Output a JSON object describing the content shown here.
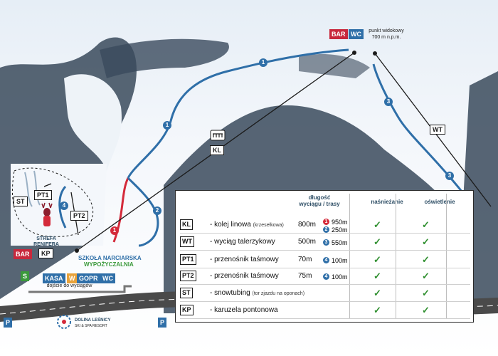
{
  "colors": {
    "blue_trail": "#2f6fa8",
    "red_trail": "#d42a3a",
    "tree": "#3a4a5c",
    "road": "#4a4a4a",
    "check": "#2f8f2f",
    "bar_red": "#c8283c",
    "wc_blue": "#2f6fa8",
    "green": "#3b9a3b"
  },
  "top": {
    "bar": "BAR",
    "wc": "WC",
    "viewpoint": "punkt widokowy",
    "altitude": "700 m n.p.m."
  },
  "trail_markers": {
    "t1": "1",
    "t2": "2",
    "t3": "3",
    "t4": "4"
  },
  "lift_codes": {
    "kl": "KL",
    "wt": "WT",
    "st": "ST",
    "pt1": "PT1",
    "pt2": "PT2",
    "kp": "KP"
  },
  "zone": {
    "line1": "STREFA",
    "line2": "RENIFERA"
  },
  "base": {
    "bar": "BAR",
    "school": "SZKOŁA NARCIARSKA",
    "rental": "WYPOŻYCZALNIA",
    "s": "S",
    "kasa": "KASA",
    "w": "W",
    "gopr": "GOPR",
    "wc": "WC",
    "access": "dojście do wyciągów",
    "parking": "P",
    "logo_name": "DOLINA LEŚNICY",
    "logo_sub": "SKI & SPA RESORT"
  },
  "legend": {
    "h_len": "długość wyciągu / trasy",
    "h_snow": "naśnieżanie",
    "h_light": "oświetlenie",
    "check": "✓",
    "rows": [
      {
        "code": "KL",
        "name": "- kolej linowa",
        "note": "(krzesełkowa)",
        "len": "800m",
        "trails": [
          {
            "n": "1",
            "len": "950m",
            "color": "#d42a3a"
          },
          {
            "n": "2",
            "len": "250m",
            "color": "#2f6fa8"
          }
        ],
        "snow": true,
        "light": true
      },
      {
        "code": "WT",
        "name": "- wyciąg talerzykowy",
        "note": "",
        "len": "500m",
        "trails": [
          {
            "n": "3",
            "len": "550m",
            "color": "#2f6fa8"
          }
        ],
        "snow": true,
        "light": true
      },
      {
        "code": "PT1",
        "name": "- przenośnik taśmowy",
        "note": "",
        "len": "70m",
        "trails": [
          {
            "n": "4",
            "len": "100m",
            "color": "#2f6fa8"
          }
        ],
        "snow": true,
        "light": true
      },
      {
        "code": "PT2",
        "name": "- przenośnik taśmowy",
        "note": "",
        "len": "75m",
        "trails": [
          {
            "n": "4",
            "len": "100m",
            "color": "#2f6fa8"
          }
        ],
        "snow": true,
        "light": true
      },
      {
        "code": "ST",
        "name": "- snowtubing",
        "note": "(tor zjazdu na oponach)",
        "len": "",
        "trails": [],
        "snow": true,
        "light": true
      },
      {
        "code": "KP",
        "name": "- karuzela pontonowa",
        "note": "",
        "len": "",
        "trails": [],
        "snow": true,
        "light": true
      }
    ]
  }
}
